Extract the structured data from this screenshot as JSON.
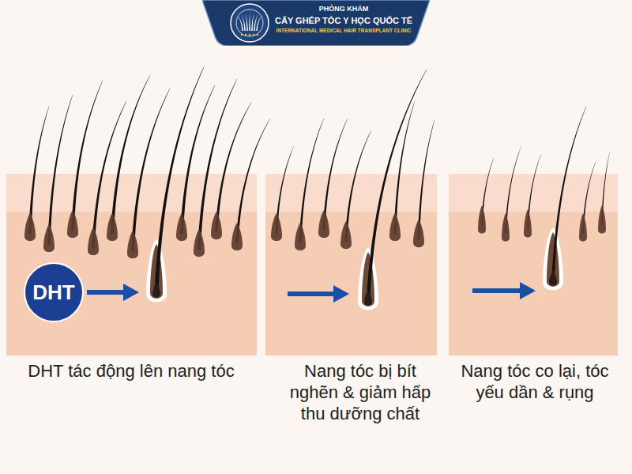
{
  "diagram": {
    "nodes": [
      {
        "text": [
          "PHÒNG KHÁM",
          "CẤY GHÉP TÓC Y HỌC QUỐC TẾ",
          "INTERNATIONAL MEDICAL HAIR TRANSPLANT CLINIC"
        ]
      },
      {
        "text": [
          "DHT"
        ]
      }
    ],
    "labels": [
      "DHT tác động lên nang tóc",
      "Nang tóc bị bít nghẽn & giảm hấp thu dưỡng chất",
      "Nang tóc co lại, tóc yếu dần & rụng"
    ]
  }
}
